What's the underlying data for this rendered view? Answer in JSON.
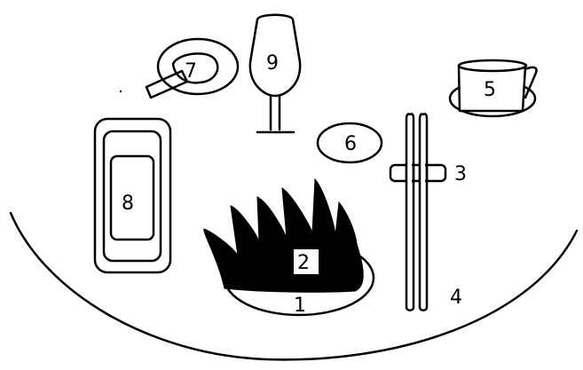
{
  "labels": {
    "plate": "1",
    "food": "2",
    "chopstick_rest": "3",
    "chopsticks": "4",
    "teacup": "5",
    "sauce_dish": "6",
    "ashtray": "7",
    "tray": "8",
    "wine_glass": "9"
  }
}
